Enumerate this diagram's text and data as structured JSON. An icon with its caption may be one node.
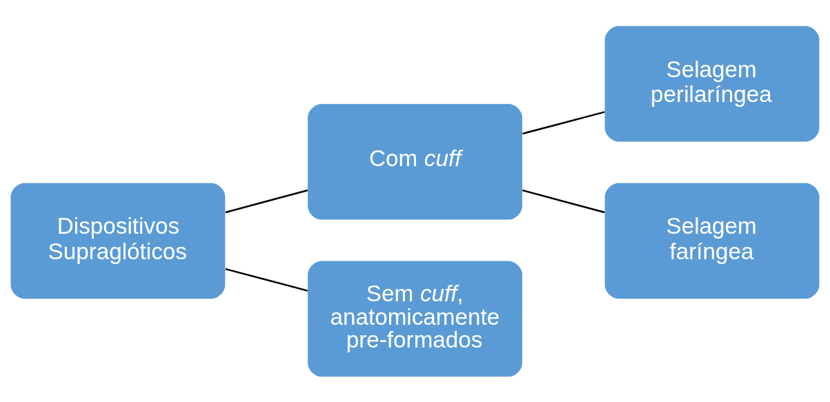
{
  "diagram": {
    "nodes": [
      {
        "text": [
          "Dispositivos Supraglóticos"
        ]
      },
      {
        "text": [
          "Com *cuff*"
        ]
      },
      {
        "text": [
          "Sem *cuff*, anatomicamente pre-formados"
        ]
      },
      {
        "text": [
          "Selagem perilaríngea"
        ]
      },
      {
        "text": [
          "Selagem faríngea"
        ]
      }
    ],
    "edges": [
      {
        "from": 0,
        "to": 1,
        "arrow": "none"
      },
      {
        "from": 0,
        "to": 2,
        "arrow": "none"
      },
      {
        "from": 1,
        "to": 3,
        "arrow": "none"
      },
      {
        "from": 1,
        "to": 4,
        "arrow": "none"
      }
    ]
  }
}
